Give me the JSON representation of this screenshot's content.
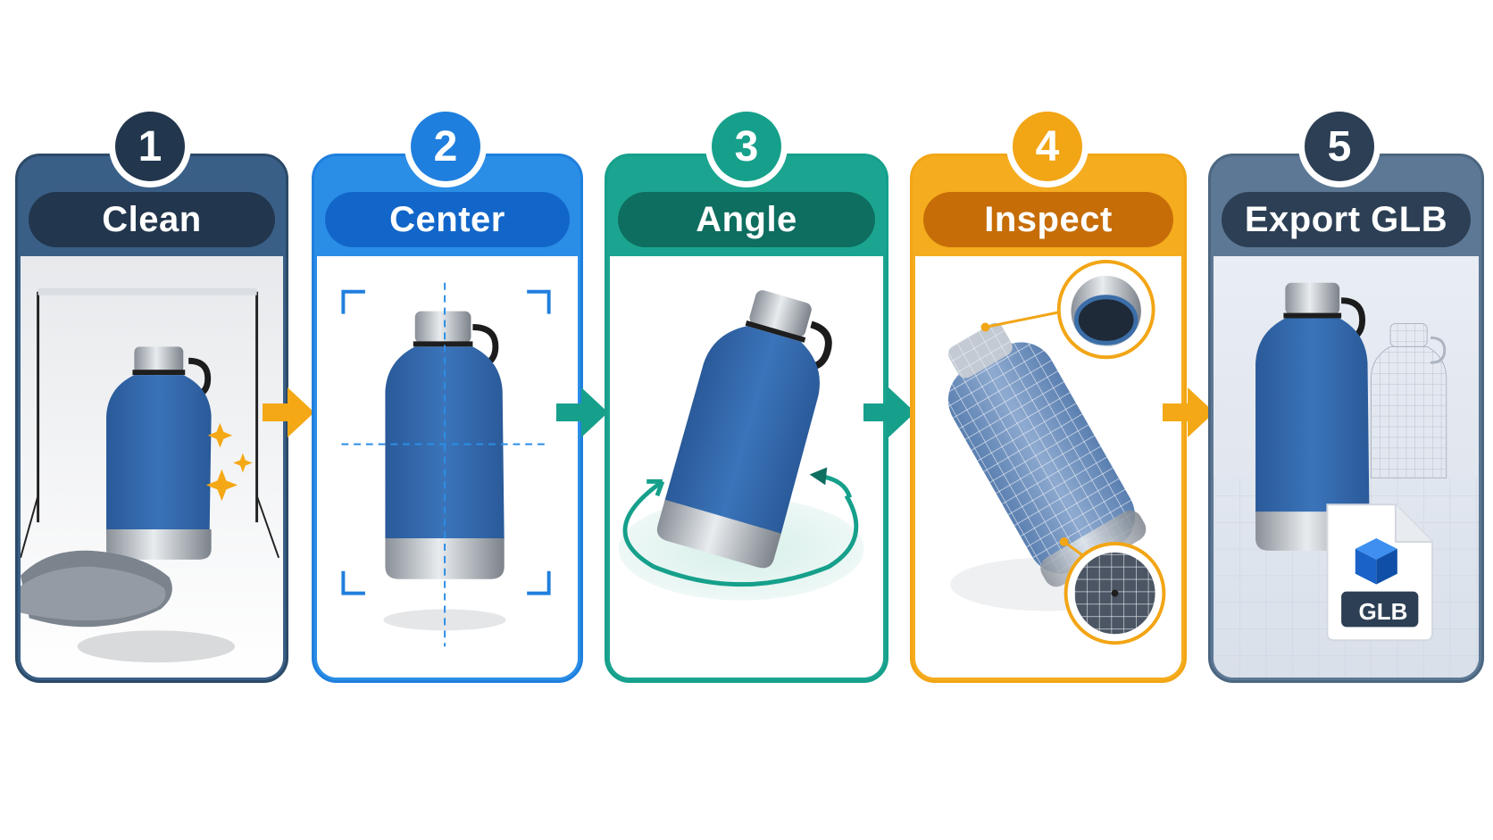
{
  "steps": [
    {
      "number": "1",
      "label": "Clean",
      "color": "#2c4a68"
    },
    {
      "number": "2",
      "label": "Center",
      "color": "#1f7fde"
    },
    {
      "number": "3",
      "label": "Angle",
      "color": "#16a08b"
    },
    {
      "number": "4",
      "label": "Inspect",
      "color": "#f2a515"
    },
    {
      "number": "5",
      "label": "Export GLB",
      "color": "#4c6680"
    }
  ],
  "file_badge": {
    "label": "GLB"
  },
  "icons": [
    "sparkle-icon",
    "crop-corner-icon",
    "rotate-arrow-icon",
    "magnifier-icon",
    "cube-icon",
    "file-icon",
    "arrow-right-icon"
  ]
}
